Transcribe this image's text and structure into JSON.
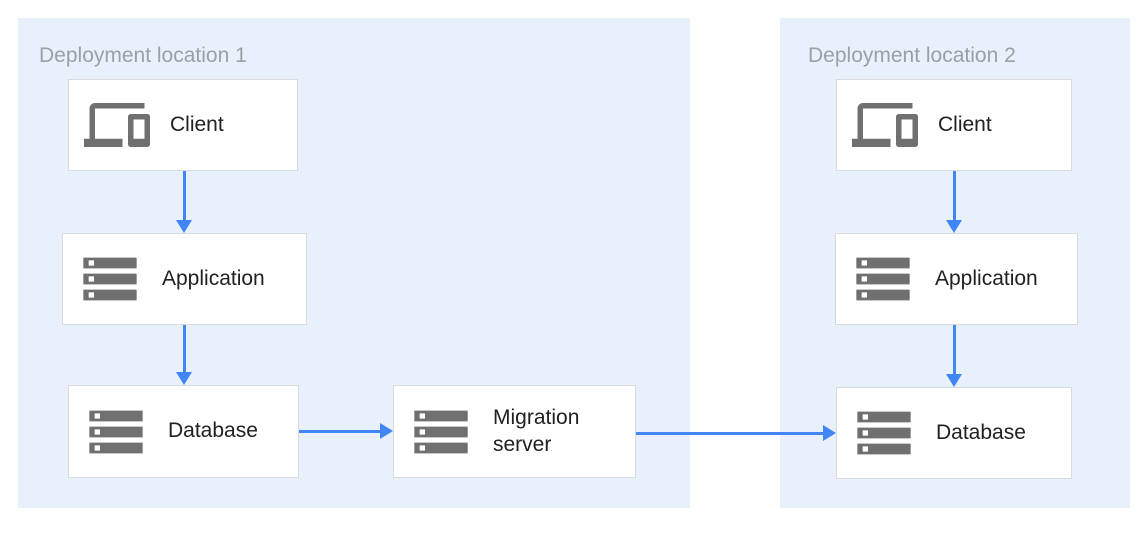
{
  "regions": [
    {
      "title": "Deployment location 1"
    },
    {
      "title": "Deployment location 2"
    }
  ],
  "nodes": {
    "client_1": {
      "label": "Client",
      "icon": "devices-icon"
    },
    "application_1": {
      "label": "Application",
      "icon": "storage-icon"
    },
    "database_1": {
      "label": "Database",
      "icon": "storage-icon"
    },
    "migration_server": {
      "label": "Migration server",
      "icon": "storage-icon"
    },
    "client_2": {
      "label": "Client",
      "icon": "devices-icon"
    },
    "application_2": {
      "label": "Application",
      "icon": "storage-icon"
    },
    "database_2": {
      "label": "Database",
      "icon": "storage-icon"
    }
  },
  "edges": [
    {
      "from": "client_1",
      "to": "application_1"
    },
    {
      "from": "application_1",
      "to": "database_1"
    },
    {
      "from": "database_1",
      "to": "migration_server"
    },
    {
      "from": "migration_server",
      "to": "database_2"
    },
    {
      "from": "client_2",
      "to": "application_2"
    },
    {
      "from": "application_2",
      "to": "database_2"
    }
  ],
  "colors": {
    "region_background": "#e8f0fb",
    "node_background": "#ffffff",
    "node_border": "#d9dade",
    "arrow": "#4285f4",
    "region_title": "#9aa0a6",
    "icon": "#707070",
    "node_label": "#212121"
  }
}
